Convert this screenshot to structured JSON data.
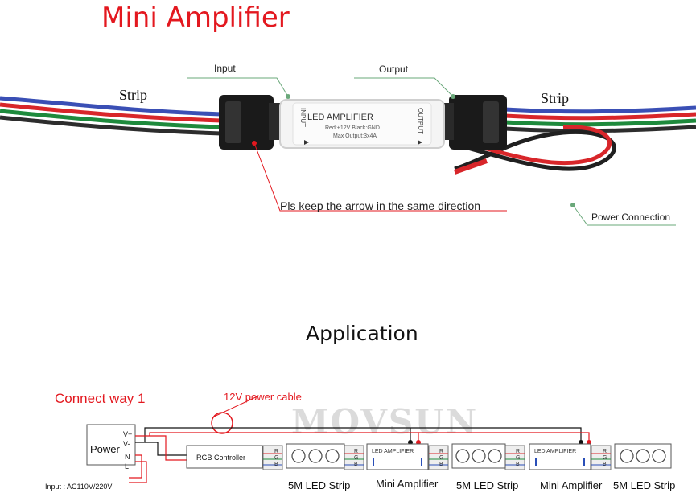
{
  "title": "Mini Amplifier",
  "labels": {
    "input": "Input",
    "output": "Output",
    "strip_left": "Strip",
    "strip_right": "Strip",
    "power_connection": "Power Connection",
    "arrow_note": "Pls keep the arrow in the same direction"
  },
  "device": {
    "title": "LED AMPLIFIER",
    "line1": "Red:+12V   Black:GND",
    "line2": "Max Output:3x4A",
    "input_tag": "INPUT",
    "output_tag": "OUTPUT"
  },
  "application": {
    "title": "Application",
    "connect_way": "Connect way 1",
    "power_cable": "12V power cable",
    "watermark": "MOVSUN",
    "power_box": "Power",
    "power_terminals": [
      "V+",
      "V-",
      "N",
      "L"
    ],
    "input_voltage": "Input : AC110V/220V",
    "controller": "RGB Controller",
    "amp_box_label": "LED AMPLIFIER",
    "rgb": [
      "R",
      "G",
      "B"
    ],
    "captions": [
      "5M LED Strip",
      "Mini Amplifier",
      "5M LED Strip",
      "Mini Amplifier",
      "5M LED Strip"
    ]
  },
  "colors": {
    "accent_red": "#e3181f",
    "wire_red": "#d8262a",
    "wire_green": "#1e8a3c",
    "wire_blue": "#2a4fb8"
  }
}
